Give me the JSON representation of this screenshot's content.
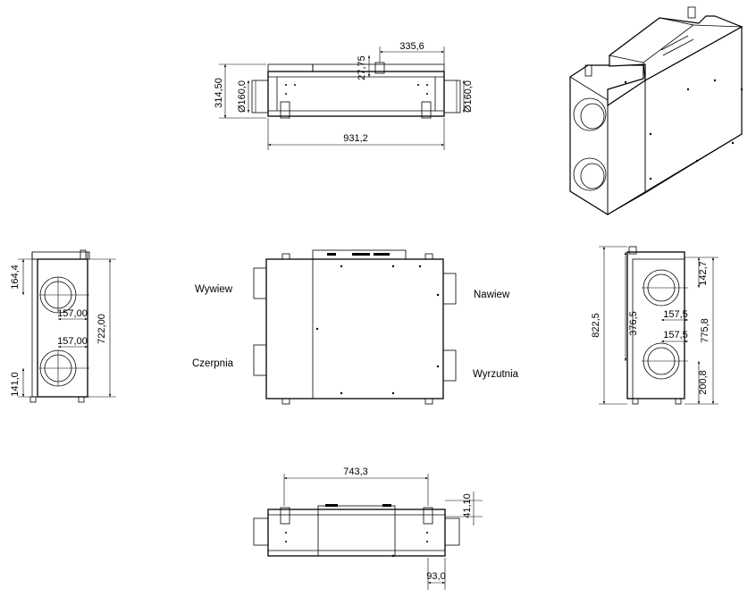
{
  "colors": {
    "line": "#000000",
    "background": "#ffffff"
  },
  "top_view": {
    "width_dim": "931,2",
    "height_dim": "314,50",
    "left_duct_dia": "Ø160,0",
    "right_duct_dia": "Ø160,0",
    "offset_dim": "335,6",
    "small_dim": "27,75"
  },
  "left_view": {
    "top_dim": "164,4",
    "height_dim": "722,00",
    "bottom_dim": "141,0",
    "upper_offset": "157,00",
    "lower_offset": "157,00"
  },
  "front_view": {
    "label_wywiew": "Wywiew",
    "label_czerpnia": "Czerpnia",
    "label_nawiew": "Nawiew",
    "label_wyrzutnia": "Wyrzutnia"
  },
  "right_view": {
    "total_height": "822,5",
    "mid_height": "376,5",
    "upper_offset": "157,5",
    "lower_offset": "157,5",
    "top_dim": "142,7",
    "span_dim": "775,8",
    "bottom_dim": "200,8"
  },
  "bottom_view": {
    "width_dim": "743,3",
    "height_dim": "41,10",
    "foot_dim": "93,0"
  },
  "iso_view": {
    "description_icon": "isometric-unit-icon"
  }
}
